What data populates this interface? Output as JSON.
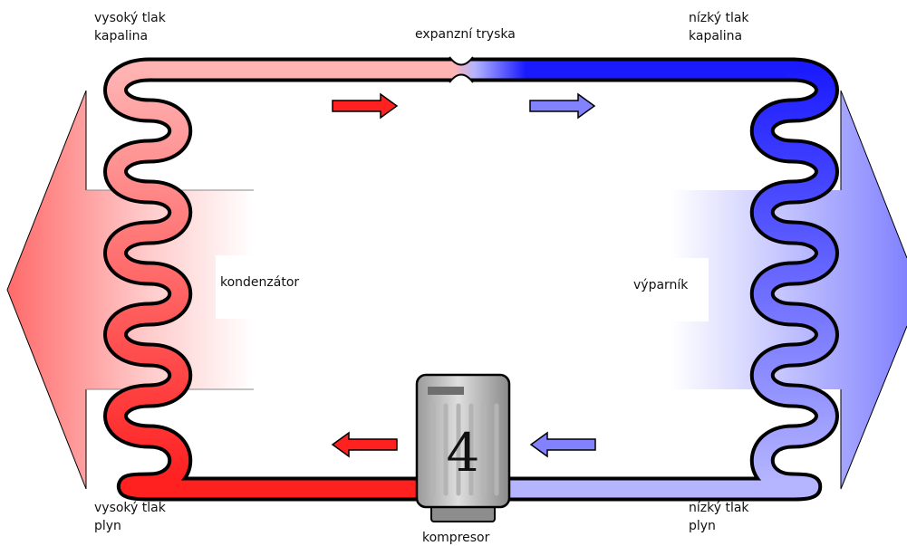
{
  "labels": {
    "top_left": {
      "line1": "vysoký tlak",
      "line2": "kapalina"
    },
    "top_right": {
      "line1": "nízký tlak",
      "line2": "kapalina"
    },
    "bottom_left": {
      "line1": "vysoký tlak",
      "line2": "plyn"
    },
    "bottom_right": {
      "line1": "nízký tlak",
      "line2": "plyn"
    },
    "expansion_valve": "expanzní tryska",
    "condenser": "kondenzátor",
    "evaporator": "výparník",
    "compressor": "kompresor",
    "compressor_number": "4"
  },
  "colors": {
    "hot_gas": "#ff2020",
    "hot_liquid": "#ffb4b4",
    "cold_liquid": "#1a1aff",
    "cold_gas": "#b4b4ff",
    "hot_arrow": "#ff6a6a",
    "cold_arrow": "#8282ff",
    "outline": "#000000"
  },
  "icons": {
    "flow_arrows": [
      "right-arrow-icon",
      "right-arrow-icon",
      "left-arrow-icon",
      "left-arrow-icon"
    ],
    "compressor": "compressor-icon"
  }
}
